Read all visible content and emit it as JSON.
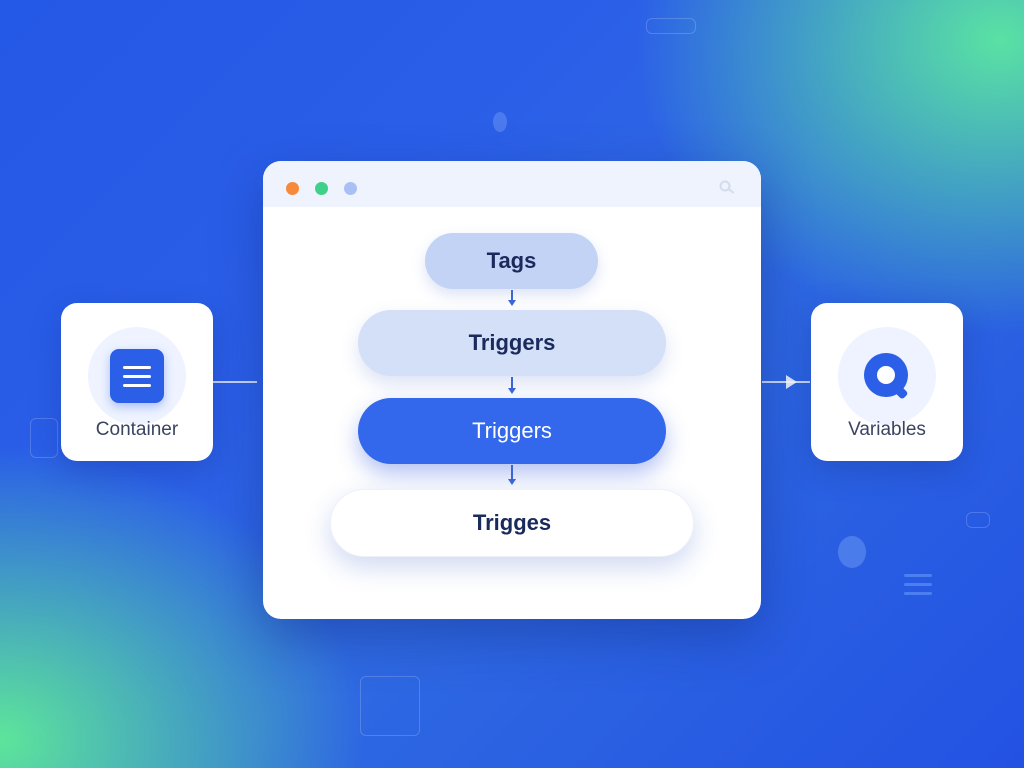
{
  "window": {
    "controls": [
      "orange-dot",
      "green-dot",
      "blue-dot"
    ],
    "search_icon": "search-icon"
  },
  "flow": {
    "steps": [
      {
        "label": "Tags",
        "style": "light"
      },
      {
        "label": "Triggers",
        "style": "light"
      },
      {
        "label": "Triggers",
        "style": "active"
      },
      {
        "label": "Trigges",
        "style": "white"
      }
    ]
  },
  "left_card": {
    "label": "Container",
    "icon": "document-list-icon"
  },
  "right_card": {
    "label": "Variables",
    "icon": "variable-q-icon"
  },
  "colors": {
    "background_blue": "#2458e6",
    "background_green": "#5ce8a0",
    "accent": "#3468ec",
    "step_light": "#c2d3f6",
    "text_dark": "#1b2a5c",
    "dot_orange": "#f6893a",
    "dot_green": "#3fd18a",
    "dot_blue": "#a9c0f5"
  }
}
